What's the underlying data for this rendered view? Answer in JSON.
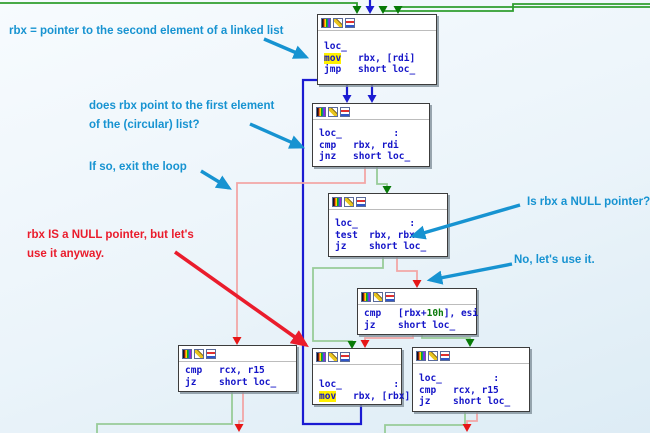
{
  "colors": {
    "background_top": "#f7fbfe",
    "background_bottom": "#ddecf5",
    "edge_green_dark": "#2f9e2f",
    "edge_green_pale": "#98cc98",
    "edge_green_arrow": "#077a07",
    "edge_red_pale": "#f2a6a6",
    "edge_red_arrow": "#e61616",
    "edge_blue": "#1b1bd2",
    "annotation_blue": "#1793d1",
    "annotation_red": "#ea1c2c",
    "asm_text_blue": "#1414c8",
    "asm_number_green": "#0a7a0a",
    "cursor_highlight_yellow": "#fff000"
  },
  "icons": {
    "node_color": "node-color-icon",
    "node_edit": "node-edit-icon",
    "node_group": "node-group-icon"
  },
  "annotations": {
    "linked_list": "rbx = pointer to the second element of a linked list",
    "first_element_q1": "does rbx point to the first element",
    "first_element_q2": "of the (circular) list?",
    "exit_loop": "If so, exit the loop",
    "null_ptr1": "rbx IS a NULL pointer, but let's",
    "null_ptr2": "use it anyway.",
    "is_null_q": "Is rbx a NULL pointer?",
    "use_it": "No, let's use it."
  },
  "blocks": {
    "b1": {
      "label": "loc_",
      "i1_mn": "mov",
      "i1_ops": "rbx, [rdi]",
      "i2_mn": "jmp",
      "i2_ops": "short loc_"
    },
    "b2": {
      "label": "loc_         :",
      "i1_mn": "cmp",
      "i1_ops": "rbx, rdi",
      "i2_mn": "jnz",
      "i2_ops": "short loc_"
    },
    "b3": {
      "label": "loc_         :",
      "i1_mn": "test",
      "i1_ops": "rbx, rbx",
      "i2_mn": "jz",
      "i2_ops": "short loc_"
    },
    "b4": {
      "i1_mn": "cmp",
      "i1_pre": "[rbx+",
      "i1_num": "10h",
      "i1_post": "], esi",
      "i2_mn": "jz",
      "i2_ops": "short loc_"
    },
    "b5": {
      "i1_mn": "cmp",
      "i1_ops": "rcx, r15",
      "i2_mn": "jz",
      "i2_ops": "short loc_"
    },
    "b6": {
      "label": "loc_         :",
      "i1_mn": "mov",
      "i1_ops": "rbx, [rbx]"
    },
    "b7": {
      "label": "loc_         :",
      "i1_mn": "cmp",
      "i1_ops": "rcx, r15",
      "i2_mn": "jz",
      "i2_ops": "short loc_"
    }
  }
}
